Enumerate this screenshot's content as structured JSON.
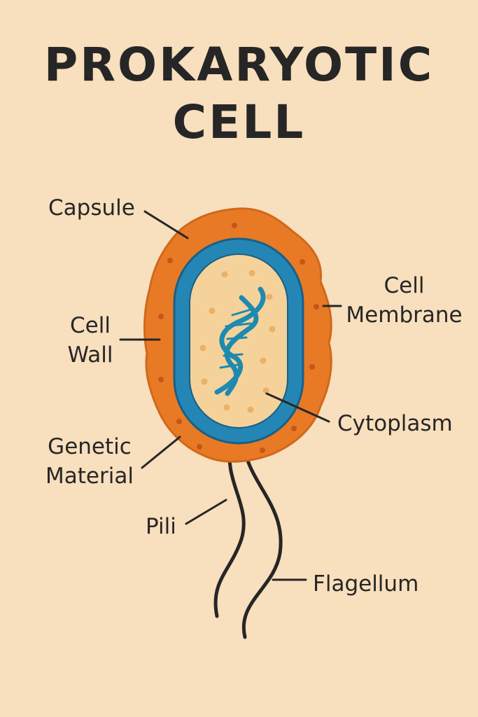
{
  "title": {
    "line1": "PROKARYOTIC",
    "line2": "CELL"
  },
  "labels": {
    "capsule": "Capsule",
    "cell_wall_line1": "Cell",
    "cell_wall_line2": "Wall",
    "cell_membrane_line1": "Cell",
    "cell_membrane_line2": "Membrane",
    "cytoplasm": "Cytoplasm",
    "genetic_material_line1": "Genetic",
    "genetic_material_line2": "Material",
    "pili": "Pili",
    "flagellum": "Flagellum"
  },
  "colors": {
    "background": "#f8dfbd",
    "capsule": "#e87a26",
    "capsule_outline": "#d0681a",
    "capsule_dot": "#c5561a",
    "membrane": "#2486b4",
    "membrane_outline": "#1a5f86",
    "cytoplasm": "#f5d29a",
    "cytoplasm_dot": "#e8b268",
    "dna": "#1f8ab0",
    "ink": "#262626"
  }
}
